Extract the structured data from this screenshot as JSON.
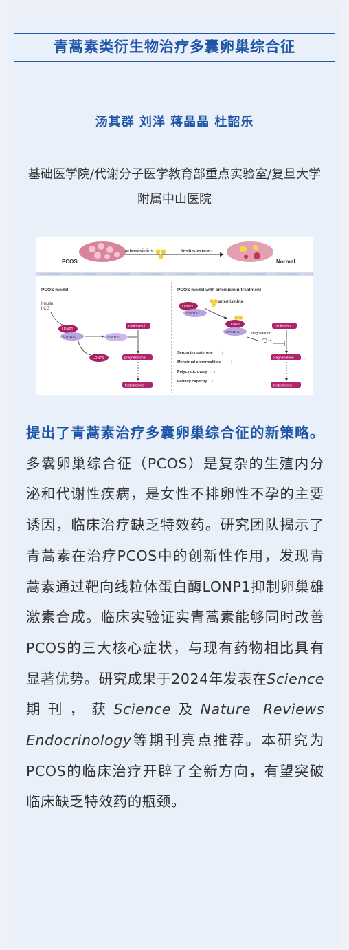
{
  "title": "青蒿素类衍生物治疗多囊卵巢综合征",
  "authors": "汤其群 刘洋 蒋晶晶 杜韶乐",
  "affiliation": "基础医学院/代谢分子医学教育部重点实验室/复旦大学附属中山医院",
  "figure": {
    "top_left_label": "PCOS",
    "top_right_label": "Normal",
    "arrow_label1": "artemisinins",
    "arrow_label2": "testosterone↓",
    "left_panel_title": "PCOS model",
    "right_panel_title": "PCOS model with artemisinin treatment",
    "insulin": "Insulin",
    "hcg": "hCG",
    "lonp1": "LONP1",
    "cyp11a1": "CYP11A1",
    "cholesterol": "cholesterol",
    "pregnenolone": "pregnenolone",
    "testosterone": "testosterone",
    "artemisinins": "artemisinins",
    "degradation": "degradation",
    "outcome1": "Serum testosterone",
    "outcome2": "Menstrual abnormalities",
    "outcome3": "Polycystic ovary",
    "outcome4": "Fertility capacity"
  },
  "body": {
    "lead": "提出了青蒿素治疗多囊卵巢综合征的新策略。",
    "p1": "多囊卵巢综合征（PCOS）是复杂的生殖内分泌和代谢性疾病，是女性不排卵性不孕的主要诱因，临床治疗缺乏特效药。研究团队揭示了青蒿素在治疗PCOS中的创新性作用，发现青蒿素通过靶向线粒体蛋白酶LONP1抑制卵巢雄激素合成。临床实验证实青蒿素能够同时改善PCOS的三大核心症状，与现有药物相比具有显著优势。研究成果于2024年发表在",
    "journal1": "Science",
    "p2": "期刊，获",
    "journal2": "Science",
    "p3": "及",
    "journal3": "Nature Reviews Endocrinology",
    "p4": "等期刊亮点推荐。本研究为PCOS的临床治疗开辟了全新方向，有望突破临床缺乏特效药的瓶颈。"
  },
  "colors": {
    "accent": "#1f55a6",
    "magenta": "#b0246e",
    "purple": "#7a5ab8"
  }
}
